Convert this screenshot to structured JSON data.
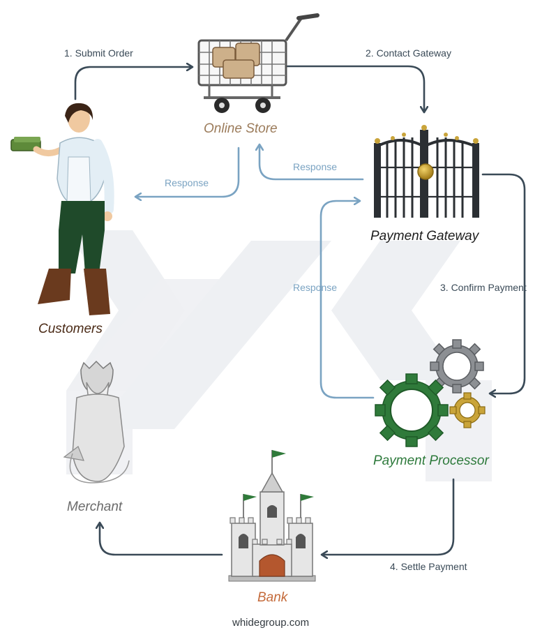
{
  "colors": {
    "arrow_dark": "#3a4a57",
    "arrow_light": "#7aa3c2",
    "watermark": "#eef0f3",
    "store_label": "#9b7b5a",
    "gateway_label": "#1d1d1d",
    "customers_label": "#4a2a16",
    "merchant_label": "#6b6b6b",
    "processor_label": "#2e7a3c",
    "bank_label": "#c46a3a",
    "text_dark": "#3a4a57",
    "text_light": "#7aa3c2"
  },
  "nodes": {
    "online_store": {
      "label": "Online Store",
      "icon": "shopping-cart-icon"
    },
    "payment_gateway": {
      "label": "Payment Gateway",
      "icon": "iron-gate-icon"
    },
    "customers": {
      "label": "Customers",
      "icon": "customer-figure-icon"
    },
    "merchant": {
      "label": "Merchant",
      "icon": "genie-merchant-icon"
    },
    "payment_processor": {
      "label": "Payment Processor",
      "icon": "gears-icon"
    },
    "bank": {
      "label": "Bank",
      "icon": "castle-icon"
    }
  },
  "edges": {
    "submit_order": "1. Submit Order",
    "contact_gateway": "2. Contact Gateway",
    "confirm_payment": "3. Confirm Payment",
    "settle_payment": "4. Settle Payment",
    "response_gateway_store": "Response",
    "response_store_customers": "Response",
    "response_processor_gateway": "Response"
  },
  "footer": "whidegroup.com"
}
